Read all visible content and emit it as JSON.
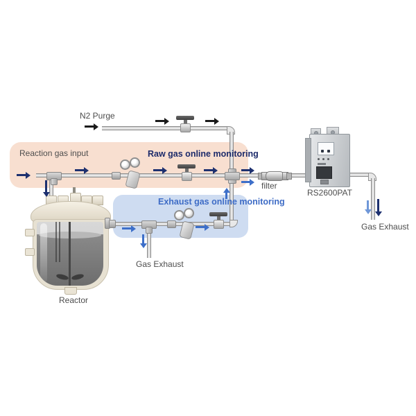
{
  "diagram": {
    "title": "Reaction gas online monitoring process diagram",
    "labels": {
      "n2_purge": "N2 Purge",
      "reaction_gas_input": "Reaction gas input",
      "raw_gas_monitoring": "Raw gas online monitoring",
      "exhaust_gas_monitoring": "Exhaust gas online monitoring",
      "filter": "filter",
      "analyzer_model": "RS2600PAT",
      "gas_exhaust_right": "Gas Exhaust",
      "gas_exhaust_bottom": "Gas Exhaust",
      "reactor": "Reactor"
    },
    "components": [
      "n2-purge-valve",
      "raw-gas-pressure-regulator",
      "raw-gas-valve",
      "cross-junction",
      "inline-filter",
      "gas-analyzer-RS2600PAT",
      "reactor-vessel",
      "exhaust-pressure-regulator",
      "exhaust-valve"
    ],
    "colors": {
      "highlight_raw_band": "#f8dfd0",
      "highlight_exhaust_band": "#cedcf1",
      "label_gray": "#4d4d4d",
      "label_navy": "#1c2a6a",
      "label_blue": "#3e6cc6",
      "arrow_black": "#1a1a1a",
      "arrow_navy": "#1d306f",
      "arrow_blue": "#3d6fc9",
      "arrow_light_blue": "#6f97d8"
    }
  }
}
